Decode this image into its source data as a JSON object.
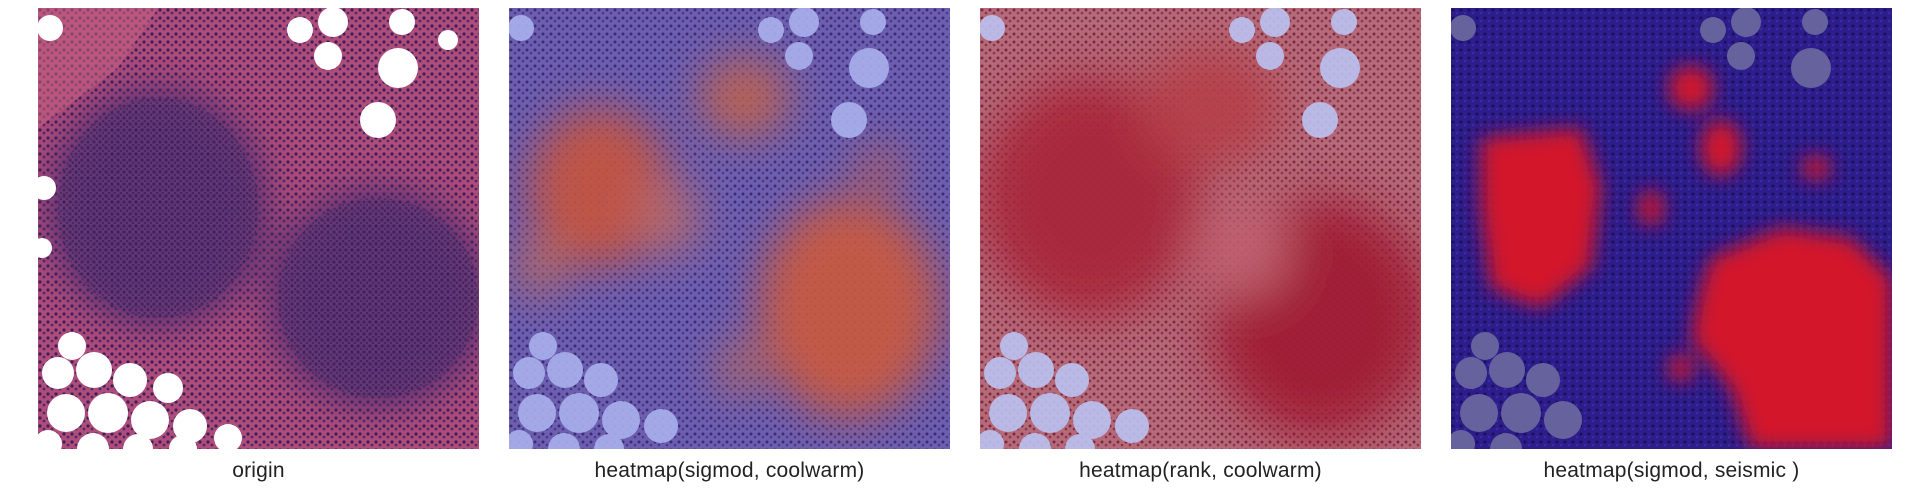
{
  "panels": [
    {
      "caption": "origin",
      "variant": "origin"
    },
    {
      "caption": "heatmap(sigmod, coolwarm)",
      "variant": "coolwarm"
    },
    {
      "caption": "heatmap(rank, coolwarm)",
      "variant": "rank"
    },
    {
      "caption": "heatmap(sigmod, seismic )",
      "variant": "seismic"
    }
  ],
  "colors": {
    "tissue_pink": "#c0567f",
    "nuclei_purple": "#4a2a6a",
    "fat_white": "#ffffff",
    "cool_blue": "#5b5fd0",
    "warm_red": "#c0393b",
    "seismic_red": "#d3182a",
    "seismic_blue": "#2a1ad0"
  }
}
